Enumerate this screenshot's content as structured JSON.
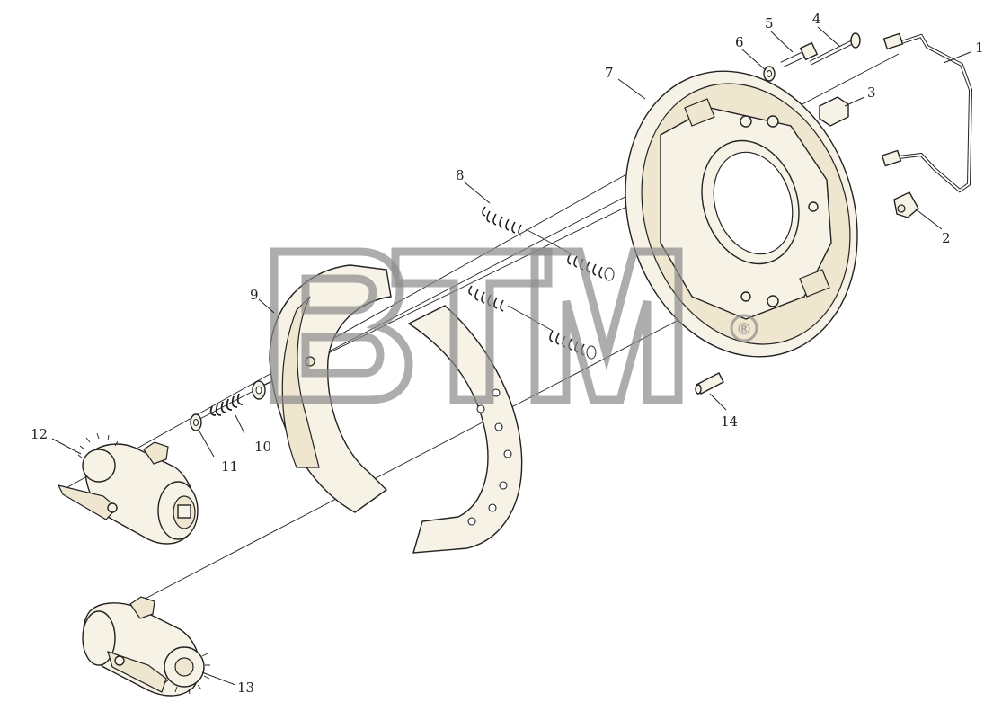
{
  "watermark": {
    "text": "BTM",
    "registered": "®"
  },
  "callouts": [
    {
      "label": "1"
    },
    {
      "label": "2"
    },
    {
      "label": "3"
    },
    {
      "label": "4"
    },
    {
      "label": "5"
    },
    {
      "label": "6"
    },
    {
      "label": "7"
    },
    {
      "label": "8"
    },
    {
      "label": "9"
    },
    {
      "label": "10"
    },
    {
      "label": "11"
    },
    {
      "label": "12"
    },
    {
      "label": "13"
    },
    {
      "label": "14"
    }
  ],
  "colors": {
    "part_fill": "#f7f2e6",
    "line": "#222222",
    "watermark": "#8a8a8a"
  }
}
